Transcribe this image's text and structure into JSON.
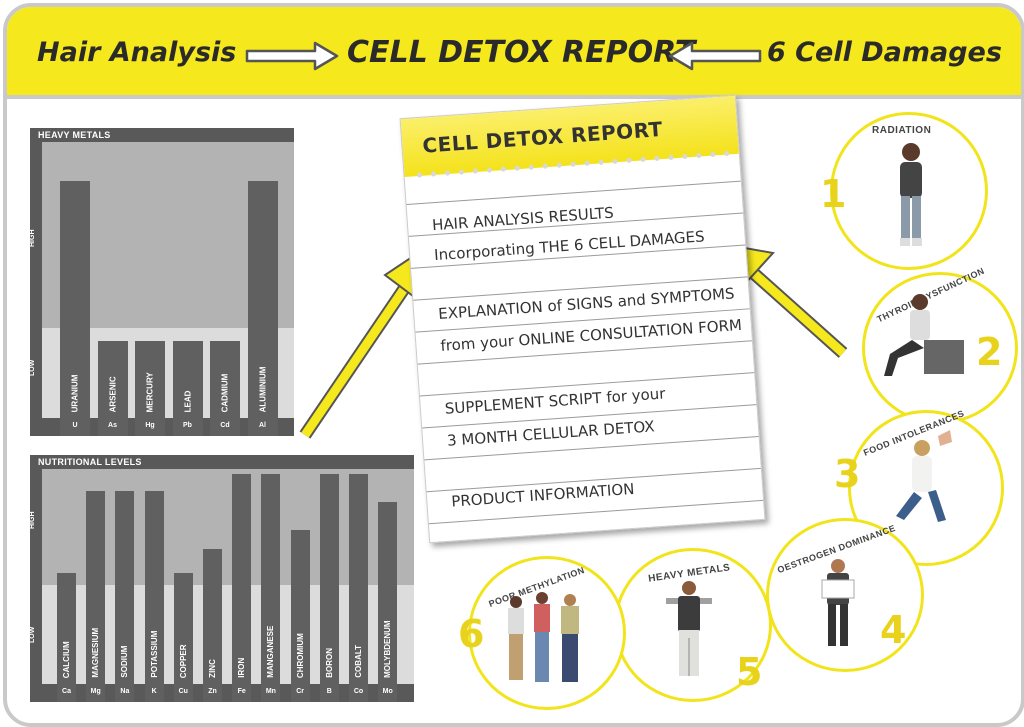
{
  "banner": {
    "left": "Hair Analysis",
    "middle": "CELL DETOX REPORT",
    "right": "6 Cell Damages"
  },
  "axis": {
    "high": "HIGH",
    "low": "LOW"
  },
  "heavy_metals": {
    "title": "HEAVY METALS",
    "bars": [
      {
        "name": "URANIUM",
        "symbol": "U",
        "level": 0.92
      },
      {
        "name": "ARSENIC",
        "symbol": "As",
        "level": 0.3
      },
      {
        "name": "MERCURY",
        "symbol": "Hg",
        "level": 0.3
      },
      {
        "name": "LEAD",
        "symbol": "Pb",
        "level": 0.3
      },
      {
        "name": "CADMIUM",
        "symbol": "Cd",
        "level": 0.3
      },
      {
        "name": "ALUMINIUM",
        "symbol": "Al",
        "level": 0.92
      }
    ]
  },
  "nutritional_levels": {
    "title": "NUTRITIONAL LEVELS",
    "bars": [
      {
        "name": "CALCIUM",
        "symbol": "Ca",
        "level": 0.52
      },
      {
        "name": "MAGNESIUM",
        "symbol": "Mg",
        "level": 0.9
      },
      {
        "name": "SODIUM",
        "symbol": "Na",
        "level": 0.9
      },
      {
        "name": "POTASSIUM",
        "symbol": "K",
        "level": 0.9
      },
      {
        "name": "COPPER",
        "symbol": "Cu",
        "level": 0.52
      },
      {
        "name": "ZINC",
        "symbol": "Zn",
        "level": 0.63
      },
      {
        "name": "IRON",
        "symbol": "Fe",
        "level": 0.98
      },
      {
        "name": "MANGANESE",
        "symbol": "Mn",
        "level": 0.98
      },
      {
        "name": "CHROMIUM",
        "symbol": "Cr",
        "level": 0.72
      },
      {
        "name": "BORON",
        "symbol": "B",
        "level": 0.98
      },
      {
        "name": "COBALT",
        "symbol": "Co",
        "level": 0.98
      },
      {
        "name": "MOLYBDENUM",
        "symbol": "Mo",
        "level": 0.85
      }
    ]
  },
  "report": {
    "title": "CELL DETOX REPORT",
    "lines": [
      "HAIR ANALYSIS RESULTS",
      "Incorporating THE 6 CELL DAMAGES",
      "EXPLANATION of SIGNS and SYMPTOMS",
      "from your ONLINE CONSULTATION FORM",
      "SUPPLEMENT SCRIPT for your",
      "3 MONTH CELLULAR DETOX",
      "PRODUCT INFORMATION"
    ]
  },
  "damages": [
    {
      "number": "1",
      "label": "RADIATION"
    },
    {
      "number": "2",
      "label": "THYROID DYSFUNCTION"
    },
    {
      "number": "3",
      "label": "FOOD INTOLERANCES"
    },
    {
      "number": "4",
      "label": "OESTROGEN DOMINANCE"
    },
    {
      "number": "5",
      "label": "HEAVY METALS"
    },
    {
      "number": "6",
      "label": "POOR METHYLATION"
    }
  ],
  "colors": {
    "accent": "#f5e81c",
    "dark_gray": "#595959",
    "bar": "#606060",
    "high_band": "#b3b3b3",
    "low_band": "#dcdcdc"
  }
}
